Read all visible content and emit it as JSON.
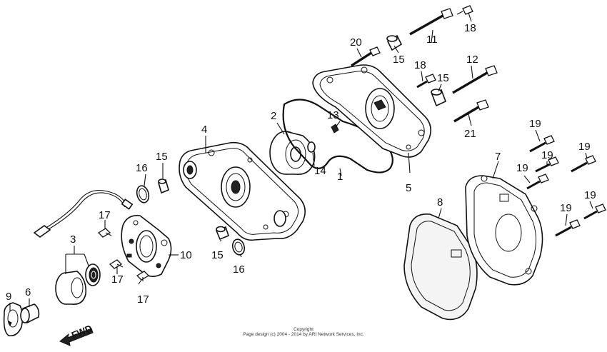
{
  "callouts": [
    "1",
    "2",
    "3",
    "4",
    "5",
    "6",
    "7",
    "8",
    "9",
    "10",
    "11",
    "12",
    "13",
    "14",
    "15",
    "15",
    "15",
    "15",
    "16",
    "16",
    "17",
    "17",
    "17",
    "18",
    "18",
    "19",
    "19",
    "19",
    "19",
    "19",
    "19",
    "20",
    "21"
  ],
  "direction_label": "FWD",
  "copyright": {
    "line1": "Copyright",
    "line2": "Page design (c) 2004 - 2014 by ARI Network Services, Inc."
  }
}
